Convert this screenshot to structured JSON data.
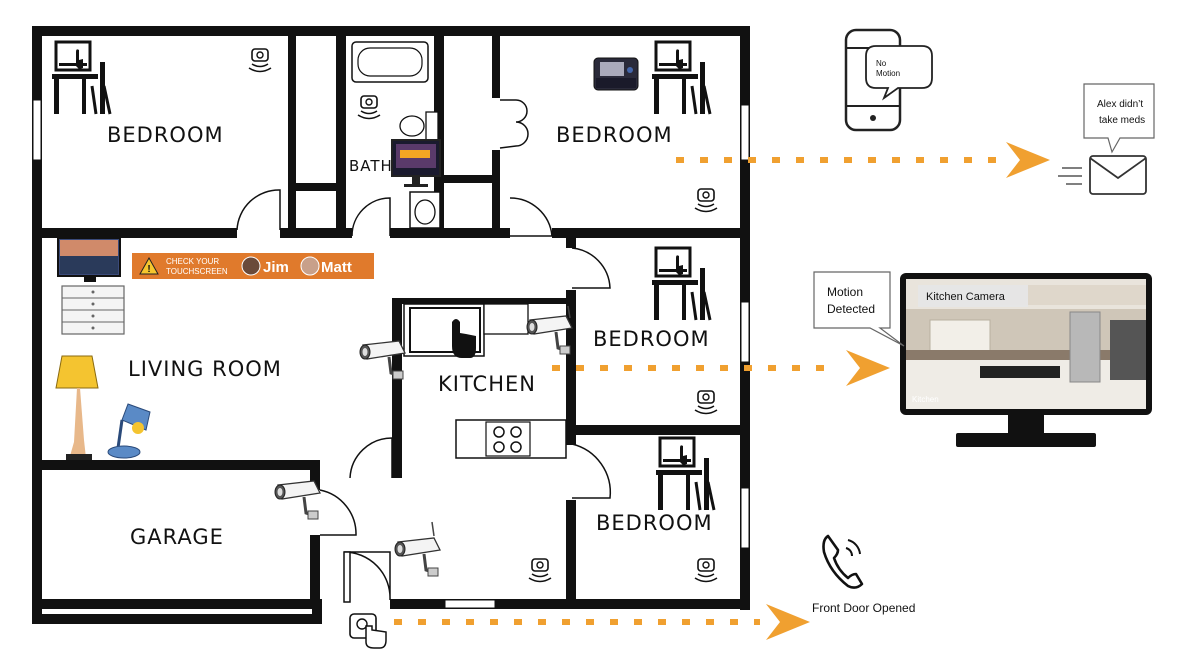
{
  "rooms": {
    "bedroom_tl": "BEDROOM",
    "bedroom_tr": "BEDROOM",
    "bedroom_mr": "BEDROOM",
    "bedroom_br": "BEDROOM",
    "bath": "BATH",
    "living": "LIVING ROOM",
    "kitchen": "KITCHEN",
    "garage": "GARAGE"
  },
  "touchscreen_banner": {
    "prompt_line1": "CHECK YOUR",
    "prompt_line2": "TOUCHSCREEN",
    "person1": "Jim",
    "person2": "Matt"
  },
  "alerts": {
    "phone_bubble_line1": "No",
    "phone_bubble_line2": "Motion",
    "email_bubble_line1": "Alex didn’t",
    "email_bubble_line2": "take meds",
    "monitor_bubble_line1": "Motion",
    "monitor_bubble_line2": "Detected",
    "camera_title": "Kitchen Camera",
    "camera_footer": "Kitchen",
    "phone_call_label": "Front Door Opened"
  },
  "colors": {
    "wall": "#111111",
    "arrow": "#f0a030",
    "banner": "#e07a2c"
  }
}
